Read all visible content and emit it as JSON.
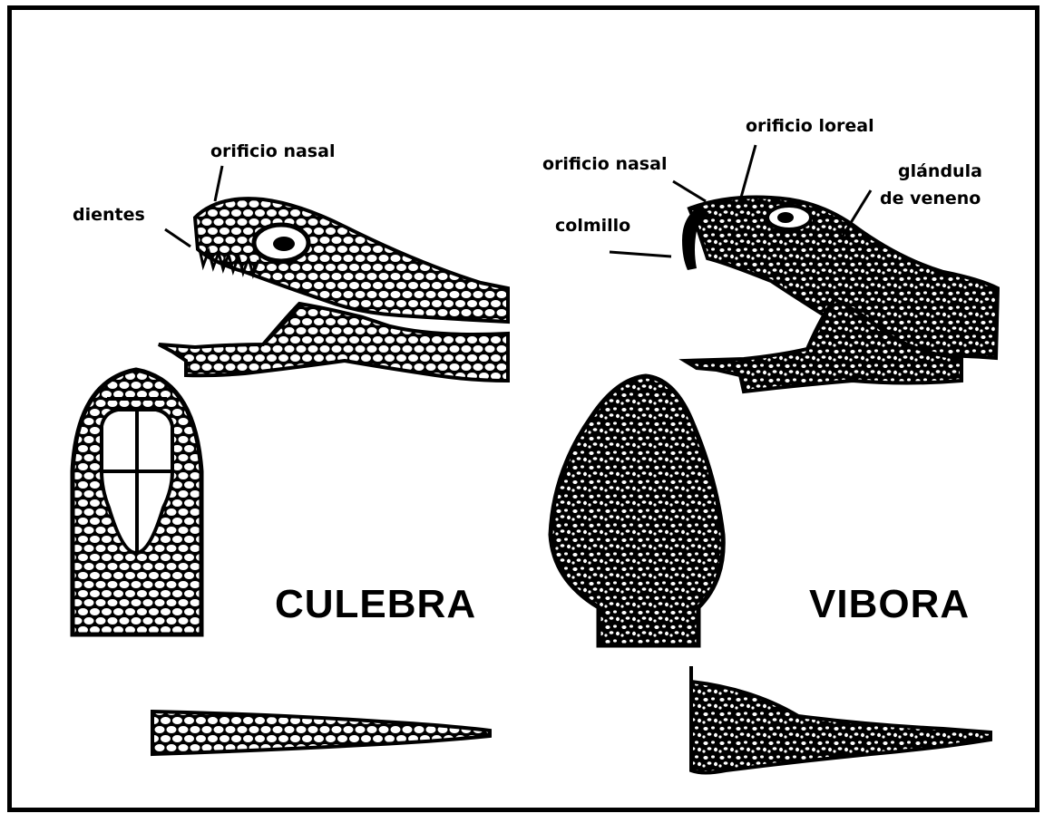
{
  "labels": {
    "culebra": {
      "orificio_nasal": "orificio nasal",
      "dientes": "dientes",
      "title": "CULEBRA"
    },
    "vibora": {
      "orificio_loreal": "orificio loreal",
      "orificio_nasal": "orificio nasal",
      "glandula_line1": "glándula",
      "glandula_line2": "de veneno",
      "colmillo": "colmillo",
      "title": "VIBORA"
    }
  },
  "colors": {
    "ink": "#000000",
    "paper": "#ffffff"
  }
}
